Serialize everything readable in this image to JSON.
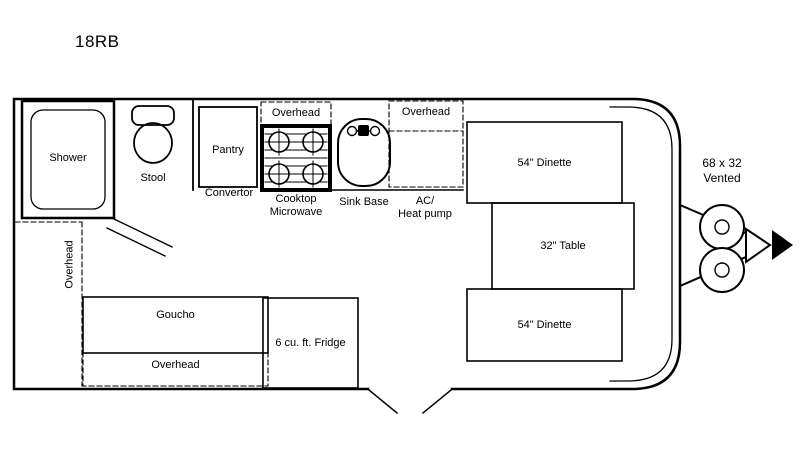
{
  "title": "18RB",
  "floorplan": {
    "bathroom": {
      "shower": "Shower",
      "stool": "Stool"
    },
    "kitchen": {
      "pantry": "Pantry",
      "convertor": "Convertor",
      "overhead_left": "Overhead",
      "cooktop": "Cooktop\nMicrowave",
      "sink": "Sink Base",
      "overhead_right": "Overhead",
      "ac": "AC/\nHeat pump"
    },
    "dining": {
      "dinette_front": "54\" Dinette",
      "table": "32\" Table",
      "dinette_rear": "54\" Dinette"
    },
    "living": {
      "goucho": "Goucho",
      "goucho_overhead": "Overhead",
      "wall_overhead": "Overhead",
      "fridge": "6 cu. ft. Fridge"
    },
    "exterior": {
      "vent": "68 x 32\nVented"
    }
  },
  "colors": {
    "line": "#000000",
    "background": "#ffffff"
  }
}
